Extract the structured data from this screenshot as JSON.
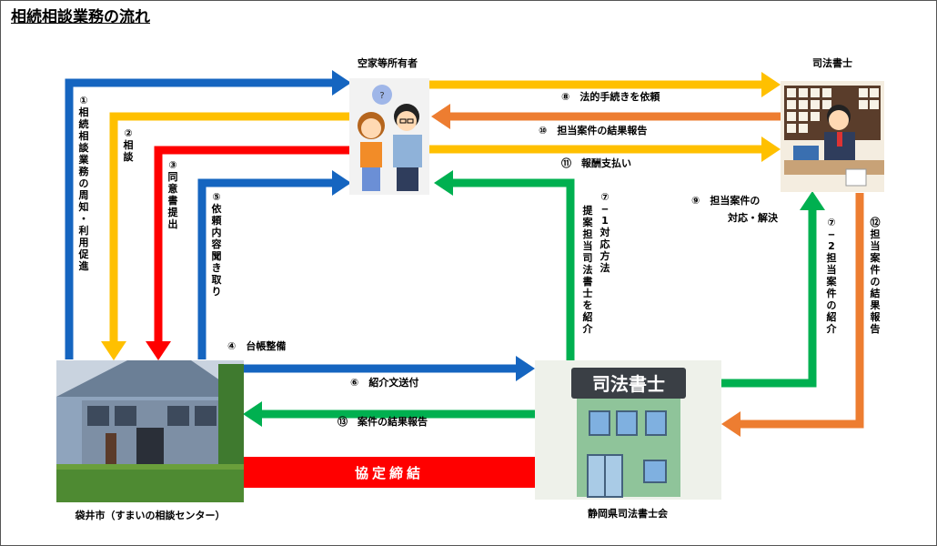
{
  "title": "相続相談業務の流れ",
  "nodes": {
    "owner": "空家等所有者",
    "scrivener": "司法書士",
    "city": "袋井市（すまいの相談センター）",
    "association": "静岡県司法書士会"
  },
  "building_sign": "司法書士",
  "flows": {
    "f1": "① 相続相談業務の周知・利用促進",
    "f2": "② 相談",
    "f3": "③ 同意書提出",
    "f4": "④　台帳整備",
    "f5": "⑤ 依頼内容聞き取り",
    "f6": "⑥　紹介文送付",
    "f7_1": "⑦‒1 対応方法提案 担当司法書士を紹介",
    "f7_2": "⑦‒2 担当案件の紹介",
    "f8": "⑧　法的手続きを依頼",
    "f9_line1": "⑨　担当案件の",
    "f9_line2": "対応・解決",
    "f10": "⑩　担当案件の結果報告",
    "f11": "⑪　報酬支払い",
    "f12": "⑫ 担当案件の結果報告",
    "f13": "⑬　案件の結果報告"
  },
  "agreement": "協定締結",
  "colors": {
    "blue": "#1565c0",
    "yellow": "#ffc000",
    "red": "#ff0000",
    "green": "#00b050",
    "orange": "#ed7d31"
  }
}
